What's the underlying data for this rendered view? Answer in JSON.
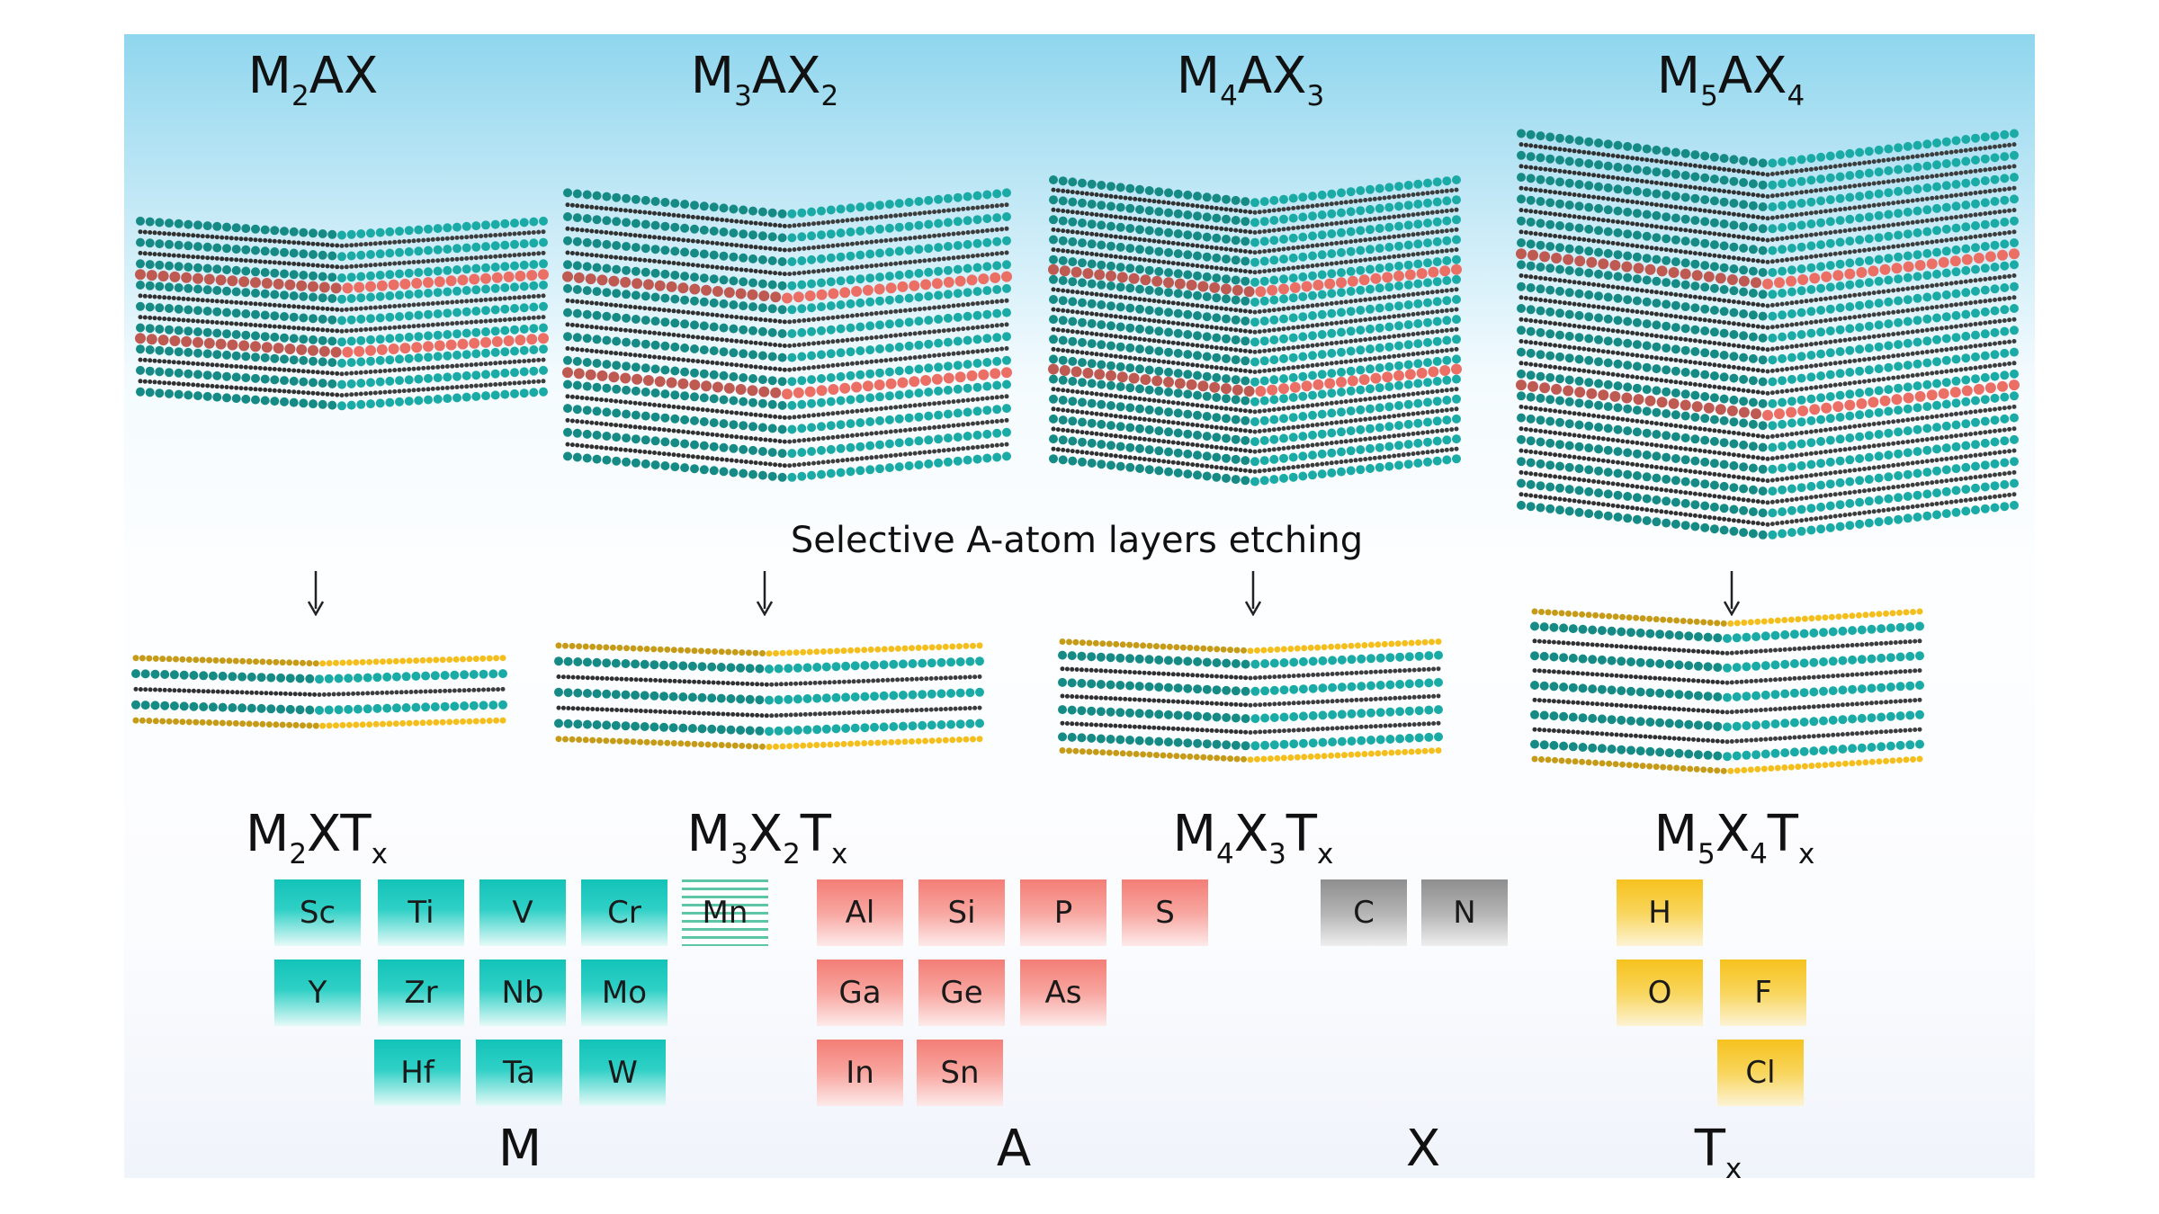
{
  "top_formulas": [
    {
      "id": "m2ax",
      "parts": [
        "M",
        "2",
        "AX",
        ""
      ]
    },
    {
      "id": "m3ax2",
      "parts": [
        "M",
        "3",
        "AX",
        "2"
      ]
    },
    {
      "id": "m4ax3",
      "parts": [
        "M",
        "4",
        "AX",
        "3"
      ]
    },
    {
      "id": "m5ax4",
      "parts": [
        "M",
        "5",
        "AX",
        "4"
      ]
    }
  ],
  "etching_label": "Selective A-atom layers etching",
  "mxene_formulas": [
    {
      "id": "m2xtx",
      "parts": [
        "M",
        "2",
        "XT",
        "",
        "",
        "x"
      ]
    },
    {
      "id": "m3x2tx",
      "parts": [
        "M",
        "3",
        "X",
        "2",
        "T",
        "x"
      ]
    },
    {
      "id": "m4x3tx",
      "parts": [
        "M",
        "4",
        "X",
        "3",
        "T",
        "x"
      ]
    },
    {
      "id": "m5x4tx",
      "parts": [
        "M",
        "5",
        "X",
        "4",
        "T",
        "x"
      ]
    }
  ],
  "elements": {
    "M": [
      "Sc",
      "Ti",
      "V",
      "Cr",
      "Mn",
      "Y",
      "Zr",
      "Nb",
      "Mo",
      "Hf",
      "Ta",
      "W"
    ],
    "A": [
      "Al",
      "Si",
      "P",
      "S",
      "Ga",
      "Ge",
      "As",
      "In",
      "Sn"
    ],
    "X": [
      "C",
      "N"
    ],
    "T": [
      "H",
      "O",
      "F",
      "Cl"
    ]
  },
  "group_labels": {
    "M": "M",
    "A": "A",
    "X": "X",
    "T_main": "T",
    "T_sub": "x"
  },
  "colors": {
    "M_atom": "#1aa39e",
    "A_atom": "#e06a60",
    "X_atom": "#3a3a3a",
    "T_atom": "#e8b61c"
  }
}
